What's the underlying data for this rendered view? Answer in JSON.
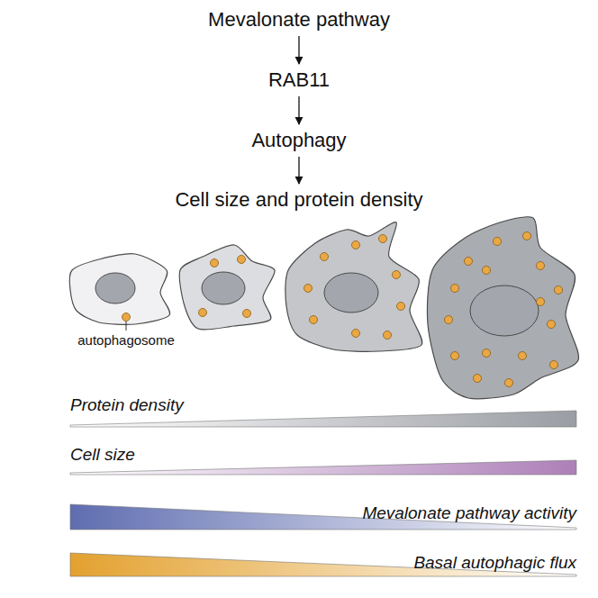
{
  "diagram": {
    "nodes": [
      {
        "text": [
          "Mevalonate pathway"
        ]
      },
      {
        "text": [
          "RAB11"
        ]
      },
      {
        "text": [
          "Autophagy"
        ]
      },
      {
        "text": [
          "Cell size and protein density"
        ]
      }
    ],
    "edges": [
      {
        "from": 0,
        "to": 1,
        "arrow": "to"
      },
      {
        "from": 1,
        "to": 2,
        "arrow": "to"
      },
      {
        "from": 2,
        "to": 3,
        "arrow": "to"
      }
    ],
    "labels": [
      "autophagosome",
      "Protein density",
      "Cell size",
      "Mevalonate pathway activity",
      "Basal autophagic flux"
    ]
  }
}
